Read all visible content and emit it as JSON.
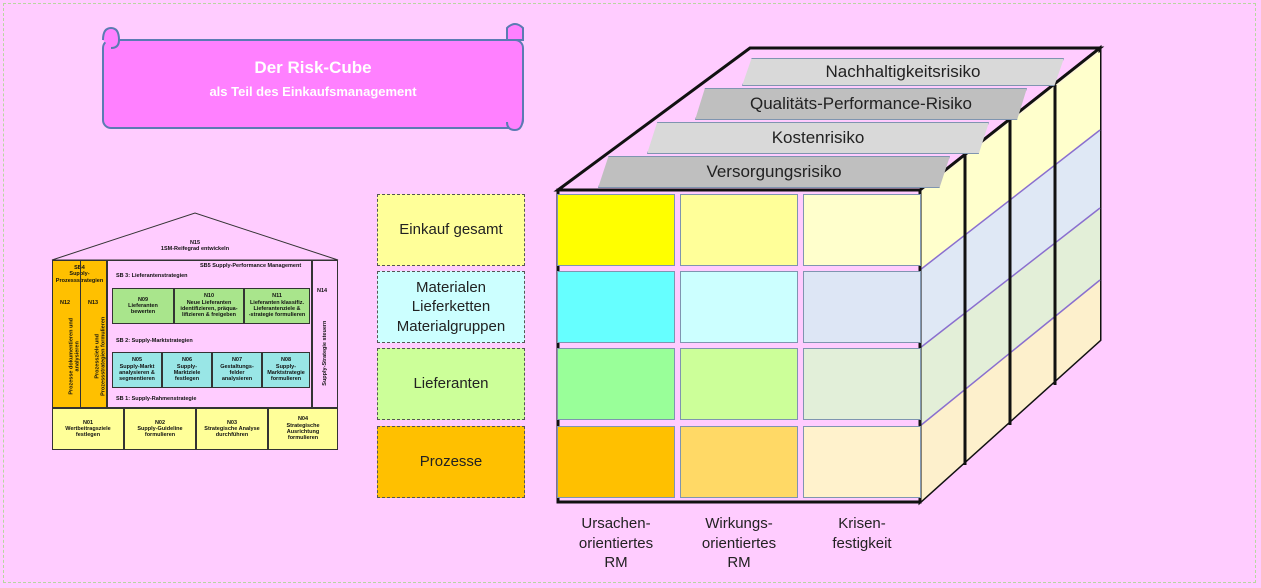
{
  "banner": {
    "title": "Der Risk-Cube",
    "subtitle": "als Teil des Einkaufsmanagement"
  },
  "rows": [
    "Einkauf gesamt",
    "Materialen\nLieferketten\nMaterialgruppen",
    "Lieferanten",
    "Prozesse"
  ],
  "columns": [
    "Ursachen-\norientiertes\nRM",
    "Wirkungs-\norientiertes\nRM",
    "Krisen-\nfestigkeit"
  ],
  "layers": [
    "Nachhaltigkeitsrisiko",
    "Qualitäts-Performance-Risiko",
    "Kostenrisiko",
    "Versorgungsrisiko"
  ],
  "house": {
    "roof": "N15\n1SM-Reifegrad entwickeln",
    "sb4": "SB4\nSupply-\nProzessstrategien",
    "n12_code": "N12",
    "n13_code": "N13",
    "n12_text": "Prozesse dokumentieren und analysieren",
    "n13_text": "Prozessziele und Prozessstrategien formulieren",
    "sb5": "SB5 Supply-Performance Management",
    "sb3": "SB 3: Lieferantenstrategien",
    "n09": "N09\nLieferanten\nbewerten",
    "n10": "N10\nNeue Lieferanten\nidentifizieren, präqua-\nlifizieren & freigeben",
    "n11": "N11\nLieferanten klassifiz.\nLieferantenziele &\n-strategie formulieren",
    "sb2": "SB 2: Supply-Marktstrategien",
    "n05": "N05\nSupply-Markt\nanalysieren &\nsegmentieren",
    "n06": "N06\nSupply-\nMarktziele\nfestlegen",
    "n07": "N07\nGestaltungs-\nfelder\nanalysieren",
    "n08": "N08\nSupply-\nMarktstrategie\nformulieren",
    "sb1": "SB 1: Supply-Rahmenstrategie",
    "n14_code": "N14",
    "n14_text": "Supply-Strategie steuern",
    "n01": "N01\nWertbeitragsziele\nfestlegen",
    "n02": "N02\nSupply-Guideline\nformulieren",
    "n03": "N03\nStrategische Analyse\ndurchführen",
    "n04": "N04\nStrategische\nAusrichtung\nformulieren"
  },
  "colors": {
    "background": "#ffccff",
    "banner": "#ff80ff",
    "row_labels": [
      "#ffff99",
      "#ccffff",
      "#ccff99",
      "#ffc000"
    ],
    "cells": [
      [
        "#ffff00",
        "#ffff99",
        "#ffffcc"
      ],
      [
        "#66ffff",
        "#ccffff",
        "#dde6f5"
      ],
      [
        "#99ff99",
        "#ccff99",
        "#e2efd9"
      ],
      [
        "#ffc000",
        "#ffd966",
        "#fff2cc"
      ]
    ]
  }
}
